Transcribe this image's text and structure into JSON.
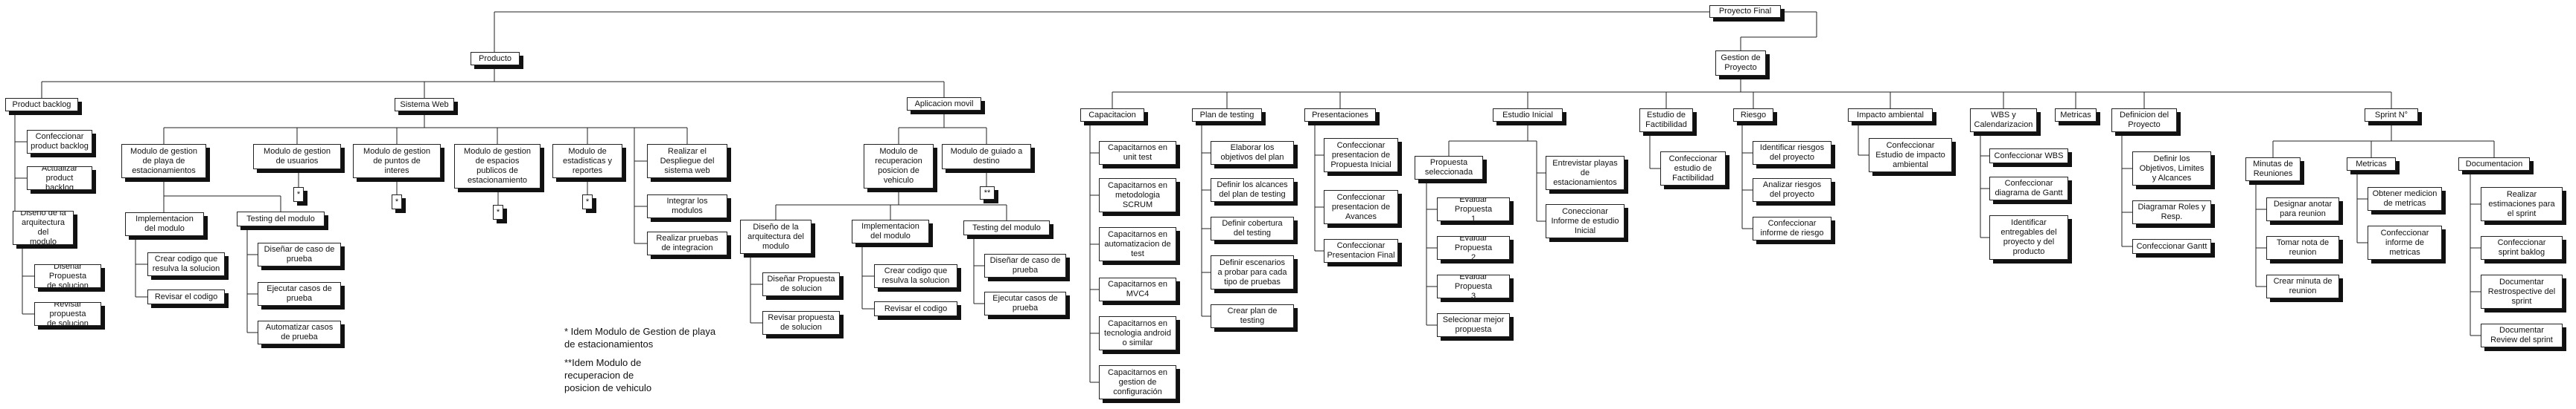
{
  "nodes": {
    "root": "Proyecto Final",
    "producto": "Producto",
    "gestion": "Gestion de\nProyecto",
    "product_backlog": "Product backlog",
    "pb_confeccionar": "Confeccionar\nproduct backlog",
    "pb_actualizar": "Actualizar product\nbacklog",
    "pb_diseno": "Diseño de la\narquitectura del\nmodulo",
    "pb_disenar": "Diseñar Propuesta\nde solucion",
    "pb_revisar": "Revisar propuesta\nde solucion",
    "sistema_web": "Sistema Web",
    "sw_playa": "Modulo de gestion\nde playa de\nestacionamientos",
    "sw_impl": "Implementacion\ndel modulo",
    "sw_crear": "Crear codigo que\nresulva la solucion",
    "sw_revisar": "Revisar el codigo",
    "sw_testing": "Testing del modulo",
    "sw_disenar_casos": "Diseñar de caso de\nprueba",
    "sw_ejecutar": "Ejecutar casos de\nprueba",
    "sw_automatizar": "Automatizar casos\nde prueba",
    "sw_usuarios": "Modulo de gestion\nde usuarios",
    "sw_puntos": "Modulo de gestion\nde puntos de\ninteres",
    "sw_espacios": "Modulo de gestion\nde espacios\npublicos de\nestacionamiento",
    "sw_estadisticas": "Modulo de\nestadisticas y\nreportes",
    "sw_despliegue": "Realizar el\nDespliegue del\nsistema web",
    "sw_integrar": "Integrar los\nmodulos",
    "sw_pruebas_int": "Realizar pruebas\nde integracion",
    "star1": "*",
    "star2": "*",
    "star3": "*",
    "star4": "*",
    "app_movil": "Aplicacion movil",
    "am_recuperacion": "Modulo de\nrecuperacion\nposicion de\nvehiculo",
    "am_guiado": "Modulo de guiado a\ndestino",
    "dstar": "**",
    "am_diseno": "Diseño de la\narquitectura del\nmodulo",
    "am_disenar": "Diseñar Propuesta\nde solucion",
    "am_revisar_prop": "Revisar propuesta\nde solucion",
    "am_impl": "Implementacion\ndel modulo",
    "am_crear": "Crear codigo que\nresulva la solucion",
    "am_revisar_cod": "Revisar el codigo",
    "am_testing": "Testing del modulo",
    "am_disenar_casos": "Diseñar de caso de\nprueba",
    "am_ejecutar": "Ejecutar casos de\nprueba",
    "capacitacion": "Capacitacion",
    "cap_unit": "Capacitarnos en\nunit test",
    "cap_scrum": "Capacitarnos en\nmetodologia\nSCRUM",
    "cap_auto": "Capacitarnos en\nautomatizacion de\ntest",
    "cap_mvc": "Capacitarnos en\nMVC4",
    "cap_android": "Capacitarnos en\ntecnologia android\no similar",
    "cap_config": "Capacitarnos en\ngestion de\nconfiguración",
    "plan_testing": "Plan de testing",
    "pt_objetivos": "Elaborar los\nobjetivos del plan",
    "pt_alcances": "Definir los alcances\ndel plan de testing",
    "pt_cobertura": "Definir cobertura\ndel testing",
    "pt_escenarios": "Definir escenarios\na probar para cada\ntipo  de pruebas",
    "pt_crear": "Crear plan de\ntesting",
    "presentaciones": "Presentaciones",
    "pr_inicial": "Confeccionar\npresentacion de\nPropuesta Inicial",
    "pr_avances": "Confeccionar\npresentacion de\nAvances",
    "pr_final": "Confeccionar\nPresentacion Final",
    "estudio_inicial": "Estudio Inicial",
    "ei_propuesta": "Propuesta\nseleccionada",
    "ei_eval1": "Evaluar Propuesta\n1",
    "ei_eval2": "Evaluar Propuesta\n2",
    "ei_eval3": "Evaluar Propuesta\n3",
    "ei_seleccionar": "Selecionar mejor\npropuesta",
    "ei_entrevistar": "Entrevistar playas\nde\nestacionamientos",
    "ei_informe": "Coneccionar\nInforme de estudio\nInicial",
    "factibilidad": "Estudio de\nFactibilidad",
    "fa_confeccionar": "Confeccionar\nestudio de\nFactibilidad",
    "riesgo": "Riesgo",
    "ri_identificar": "Identificar riesgos\ndel proyecto",
    "ri_analizar": "Analizar riesgos\ndel proyecto",
    "ri_informe": "Confeccionar\ninforme de riesgo",
    "impacto": "Impacto ambiental",
    "im_confeccionar": "Confeccionar\nEstudio de impacto\nambiental",
    "wbs": "WBS y\nCalendarizacion",
    "wbs_conf": "Confeccionar WBS",
    "wbs_gantt": "Confeccionar\ndiagrama de Gantt",
    "wbs_entregables": "Identificar\nentregables del\nproyecto y del\nproducto",
    "metricas": "Metricas",
    "definicion": "Definicion del\nProyecto",
    "df_objetivos": "Definir los\nObjetivos, Limites\ny Alcances",
    "df_roles": "Diagramar Roles y\nResp.",
    "df_gantt": "Confeccionar Gantt",
    "sprint": "Sprint N°",
    "minutas": "Minutas de\nReuniones",
    "mi_designar": "Designar anotar\npara reunion",
    "mi_tomar": "Tomar nota de\nreunion",
    "mi_crear": "Crear minuta de\nreunion",
    "sp_metricas": "Metricas",
    "sm_obtener": "Obtener medicion\nde metricas",
    "sm_informe": "Confeccionar\ninforme de\nmetricas",
    "documentacion": "Documentacion",
    "do_estimaciones": "Realizar\nestimaciones para\nel sprint",
    "do_backlog": "Confeccionar\nsprint baklog",
    "do_retro": "Documentar\nRestrospective del\nsprint",
    "do_review": "Documentar\nReview del sprint"
  },
  "notes": {
    "note1": "* Idem Modulo de Gestion de playa\nde estacionamientos",
    "note2": "**Idem Modulo de\nrecuperacion de\nposicion de  vehiculo"
  }
}
